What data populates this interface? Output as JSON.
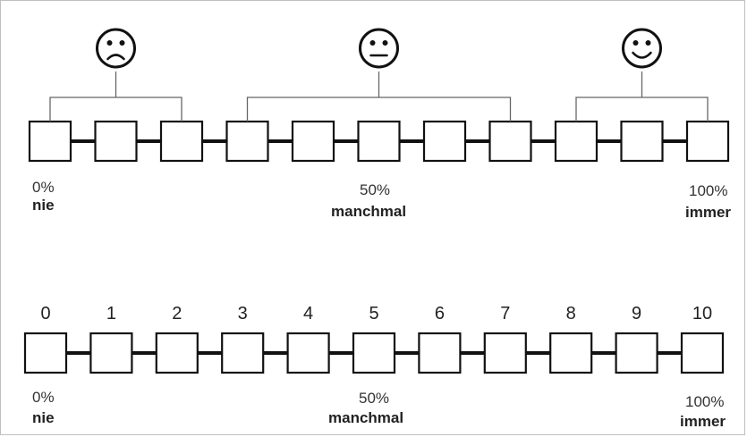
{
  "top_scale": {
    "boxes": 11,
    "faces": [
      {
        "icon": "sad-face-icon",
        "glyph": "☹",
        "group_start": 0,
        "group_end": 2
      },
      {
        "icon": "neutral-face-icon",
        "glyph": "😐",
        "group_start": 3,
        "group_end": 7
      },
      {
        "icon": "happy-face-icon",
        "glyph": "☺",
        "group_start": 8,
        "group_end": 10
      }
    ],
    "labels": {
      "left_pct": "0%",
      "left_word": "nie",
      "mid_pct": "50%",
      "mid_word": "manchmal",
      "right_pct": "100%",
      "right_word": "immer"
    }
  },
  "bottom_scale": {
    "numbers": [
      "0",
      "1",
      "2",
      "3",
      "4",
      "5",
      "6",
      "7",
      "8",
      "9",
      "10"
    ],
    "labels": {
      "left_pct": "0%",
      "left_word": "nie",
      "mid_pct": "50%",
      "mid_word": "manchmal",
      "right_pct": "100%",
      "right_word": "immer"
    }
  }
}
